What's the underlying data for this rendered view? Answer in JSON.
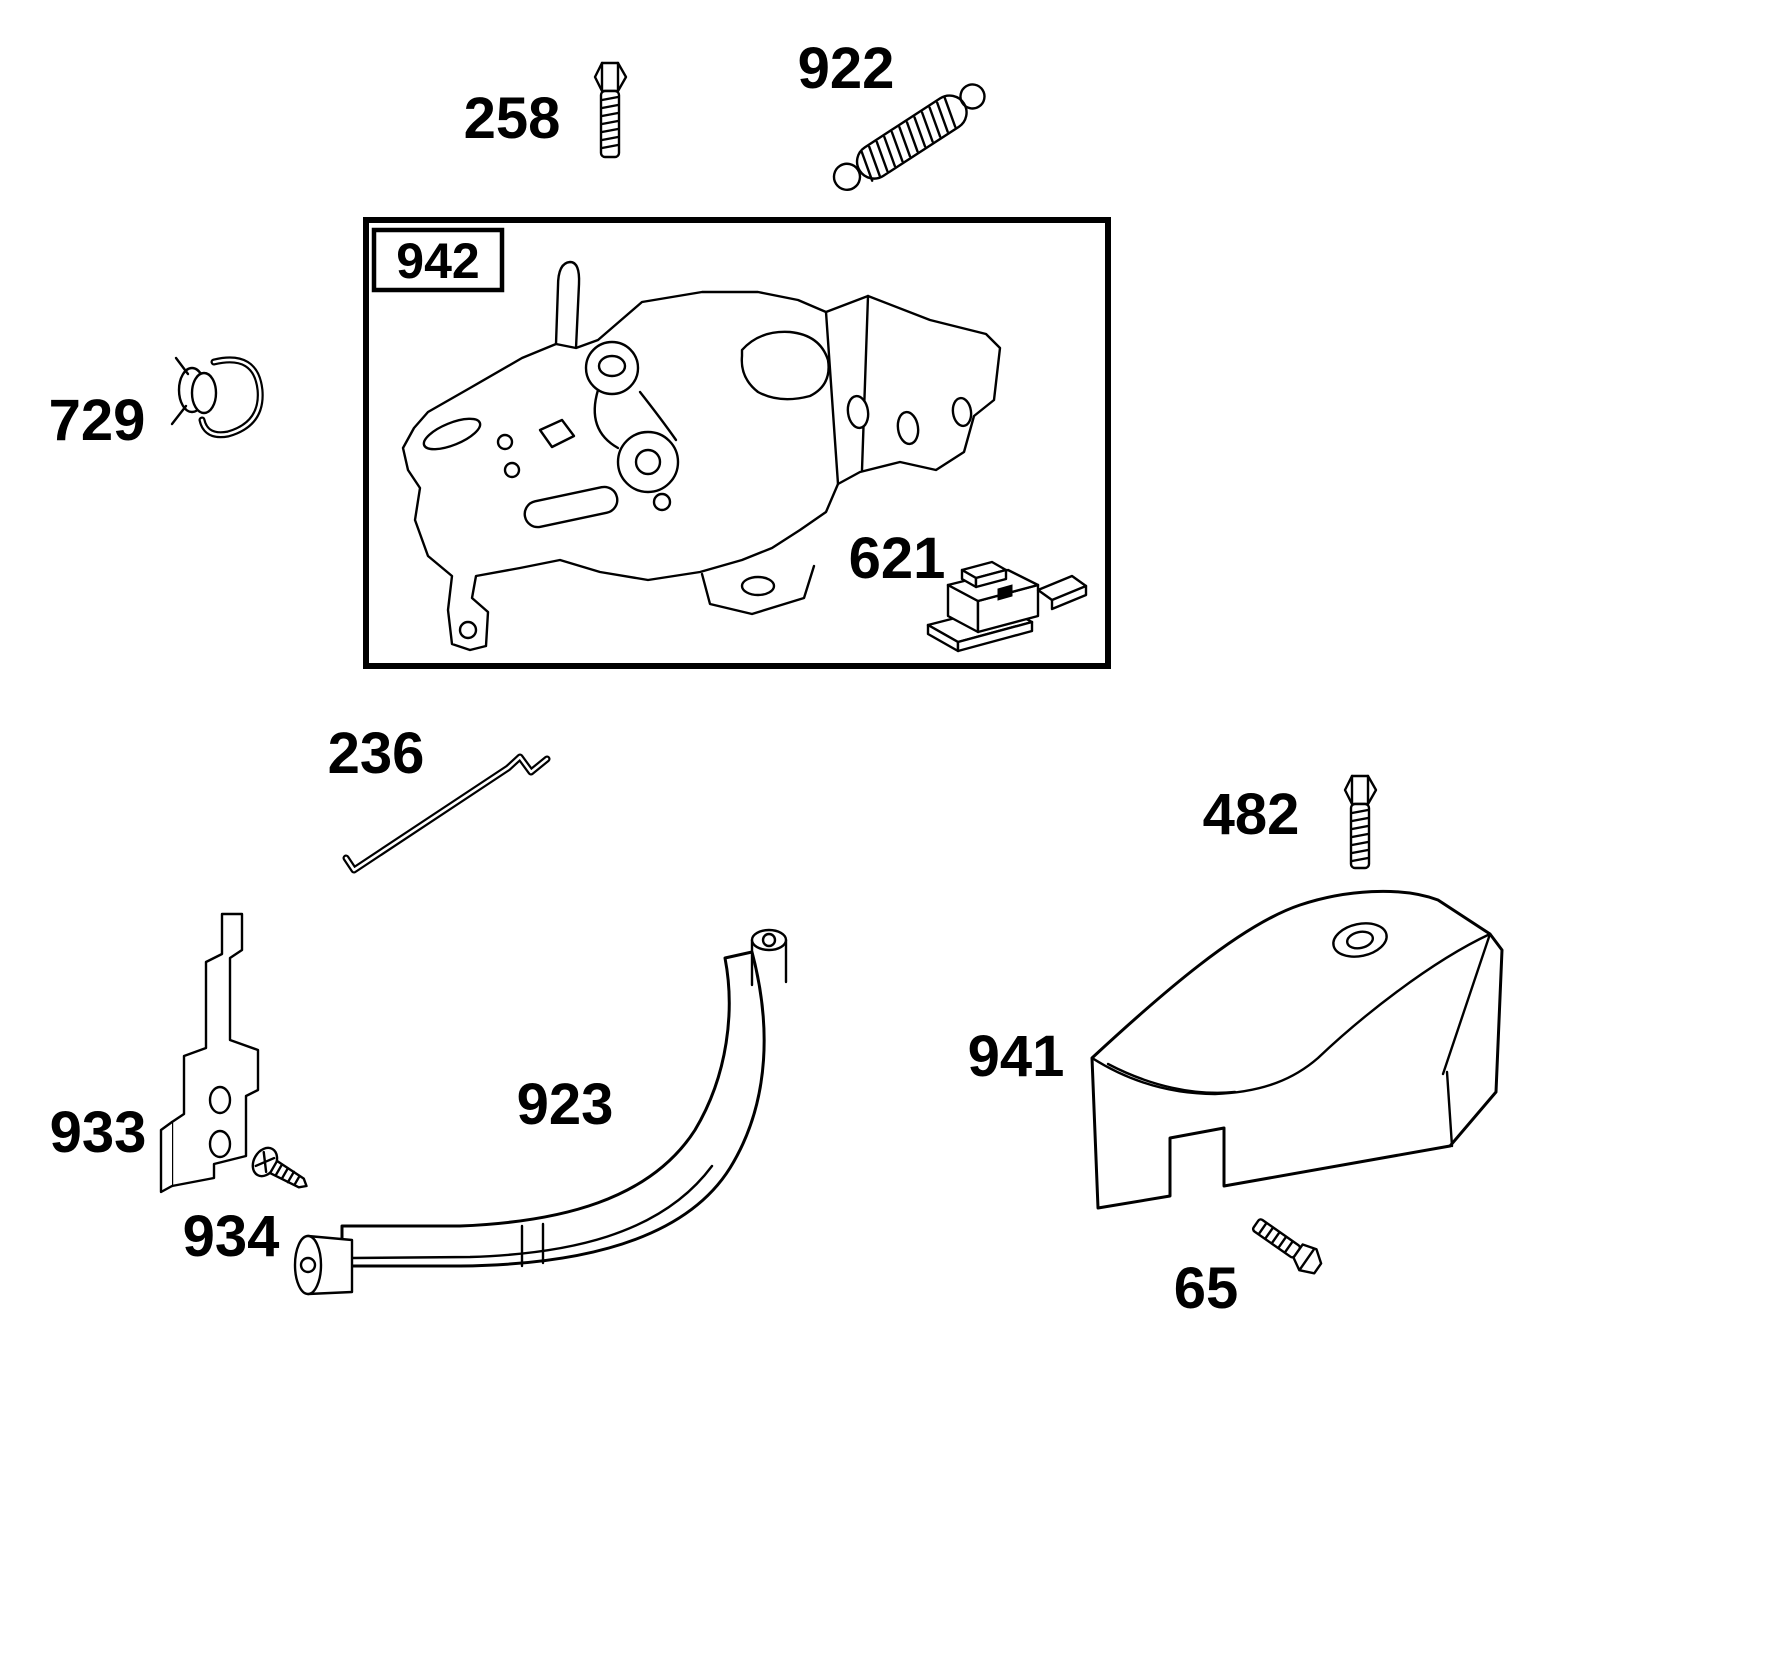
{
  "page": {
    "background_color": "#ffffff",
    "line_color": "#000000",
    "kind": "exploded-parts-diagram"
  },
  "labels": {
    "l258": "258",
    "l922": "922",
    "l942": "942",
    "l729": "729",
    "l621": "621",
    "l236": "236",
    "l482": "482",
    "l933": "933",
    "l934": "934",
    "l923": "923",
    "l941": "941",
    "l65": "65"
  },
  "parts": [
    {
      "ref": "258"
    },
    {
      "ref": "922"
    },
    {
      "ref": "942"
    },
    {
      "ref": "729"
    },
    {
      "ref": "621"
    },
    {
      "ref": "236"
    },
    {
      "ref": "482"
    },
    {
      "ref": "933"
    },
    {
      "ref": "934"
    },
    {
      "ref": "923"
    },
    {
      "ref": "941"
    },
    {
      "ref": "65"
    }
  ]
}
